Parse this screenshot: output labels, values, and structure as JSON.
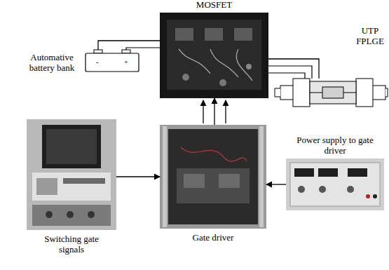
{
  "diagram": {
    "nodes": [
      {
        "text": [
          "MOSFET"
        ]
      },
      {
        "text": [
          "Automative battery bank"
        ]
      },
      {
        "text": [
          "UTP FPLGE"
        ]
      },
      {
        "text": [
          "Switching gate signals"
        ]
      },
      {
        "text": [
          "Gate driver"
        ]
      },
      {
        "text": [
          "Power supply to gate driver"
        ]
      }
    ],
    "edges": [
      {
        "from": 1,
        "to": 0,
        "arrow": "none"
      },
      {
        "from": 0,
        "to": 2,
        "arrow": "none"
      },
      {
        "from": 4,
        "to": 0,
        "arrow": "to"
      },
      {
        "from": 3,
        "to": 4,
        "arrow": "to"
      },
      {
        "from": 5,
        "to": 4,
        "arrow": "to"
      }
    ],
    "labels": [
      "-",
      "+"
    ]
  }
}
